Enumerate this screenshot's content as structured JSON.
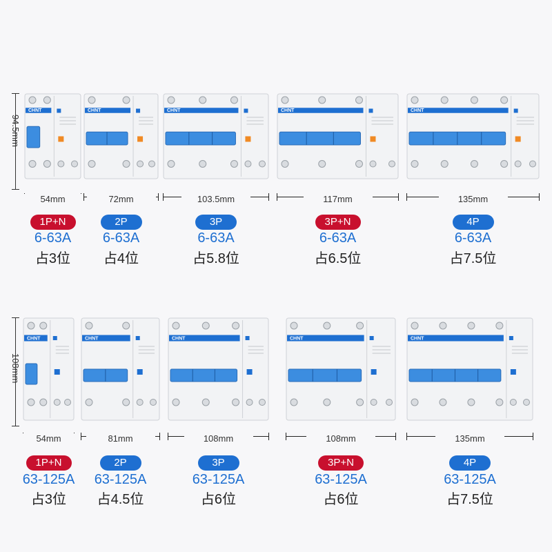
{
  "colors": {
    "red": "#c8102e",
    "blue": "#1e6fd1",
    "module_blue": "#3c8de0"
  },
  "rows": [
    {
      "height_label": "94.5mm",
      "items": [
        {
          "width": "54mm",
          "pole": "1P+N",
          "pole_color": "red",
          "current": "6-63A",
          "position": "占3位",
          "poles": 1,
          "brand": "CHNT"
        },
        {
          "width": "72mm",
          "pole": "2P",
          "pole_color": "blue",
          "current": "6-63A",
          "position": "占4位",
          "poles": 2,
          "brand": "CHNT"
        },
        {
          "width": "103.5mm",
          "pole": "3P",
          "pole_color": "blue",
          "current": "6-63A",
          "position": "占5.8位",
          "poles": 3,
          "brand": "CHNT"
        },
        {
          "width": "117mm",
          "pole": "3P+N",
          "pole_color": "red",
          "current": "6-63A",
          "position": "占6.5位",
          "poles": 3,
          "brand": "CHNT"
        },
        {
          "width": "135mm",
          "pole": "4P",
          "pole_color": "blue",
          "current": "6-63A",
          "position": "占7.5位",
          "poles": 4,
          "brand": "CHNT"
        }
      ]
    },
    {
      "height_label": "108mm",
      "items": [
        {
          "width": "54mm",
          "pole": "1P+N",
          "pole_color": "red",
          "current": "63-125A",
          "position": "占3位",
          "poles": 1,
          "brand": "CHNT"
        },
        {
          "width": "81mm",
          "pole": "2P",
          "pole_color": "blue",
          "current": "63-125A",
          "position": "占4.5位",
          "poles": 2,
          "brand": "CHNT"
        },
        {
          "width": "108mm",
          "pole": "3P",
          "pole_color": "blue",
          "current": "63-125A",
          "position": "占6位",
          "poles": 3,
          "brand": "CHNT"
        },
        {
          "width": "108mm",
          "pole": "3P+N",
          "pole_color": "red",
          "current": "63-125A",
          "position": "占6位",
          "poles": 3,
          "brand": "CHNT"
        },
        {
          "width": "135mm",
          "pole": "4P",
          "pole_color": "blue",
          "current": "63-125A",
          "position": "占7.5位",
          "poles": 4,
          "brand": "CHNT"
        }
      ]
    }
  ]
}
